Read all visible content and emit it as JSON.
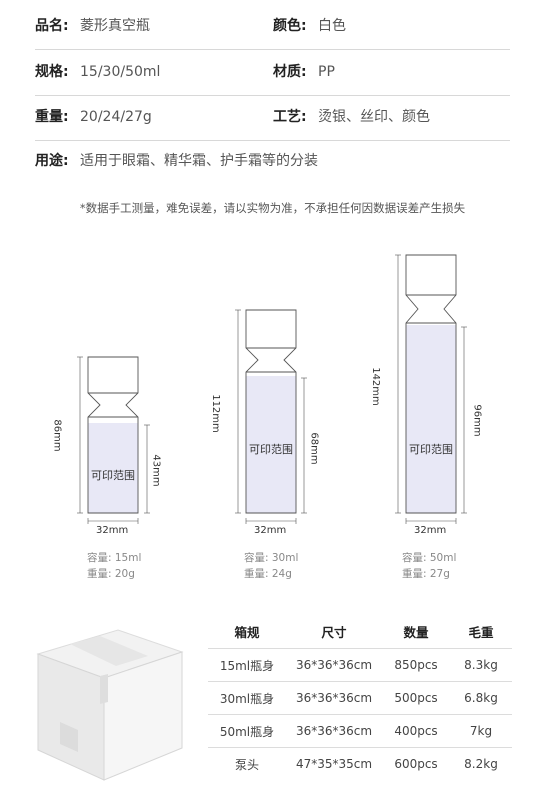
{
  "specs": [
    {
      "left_label": "品名:",
      "left_value": "菱形真空瓶",
      "right_label": "颜色:",
      "right_value": "白色"
    },
    {
      "left_label": "规格:",
      "left_value": "15/30/50ml",
      "right_label": "材质:",
      "right_value": "PP"
    },
    {
      "left_label": "重量:",
      "left_value": "20/24/27g",
      "right_label": "工艺:",
      "right_value": "烫银、丝印、颜色"
    },
    {
      "left_label": "用途:",
      "left_value": "适用于眼霜、精华霜、护手霜等的分装"
    }
  ],
  "disclaimer": "*数据手工测量，难免误差，请以实物为准，不承担任何因数据误差产生损失",
  "bottles": [
    {
      "total_height": "86mm",
      "print_height": "43mm",
      "width": "32mm",
      "print_label": "可印范围",
      "capacity": "容量:  15ml",
      "weight": "重量:  20g"
    },
    {
      "total_height": "112mm",
      "print_height": "68mm",
      "width": "32mm",
      "print_label": "可印范围",
      "capacity": "容量:  30ml",
      "weight": "重量:  24g"
    },
    {
      "total_height": "142mm",
      "print_height": "96mm",
      "width": "32mm",
      "print_label": "可印范围",
      "capacity": "容量:  50ml",
      "weight": "重量:  27g"
    }
  ],
  "packing_table": {
    "headers": [
      "箱规",
      "尺寸",
      "数量",
      "毛重"
    ],
    "rows": [
      [
        "15ml瓶身",
        "36*36*36cm",
        "850pcs",
        "8.3kg"
      ],
      [
        "30ml瓶身",
        "36*36*36cm",
        "500pcs",
        "6.8kg"
      ],
      [
        "50ml瓶身",
        "36*36*36cm",
        "400pcs",
        "7kg"
      ],
      [
        "泵头",
        "47*35*35cm",
        "600pcs",
        "8.2kg"
      ]
    ]
  },
  "colors": {
    "print_area": "#e8e8f6",
    "outline": "#555555",
    "divider": "#d8d8d8"
  }
}
